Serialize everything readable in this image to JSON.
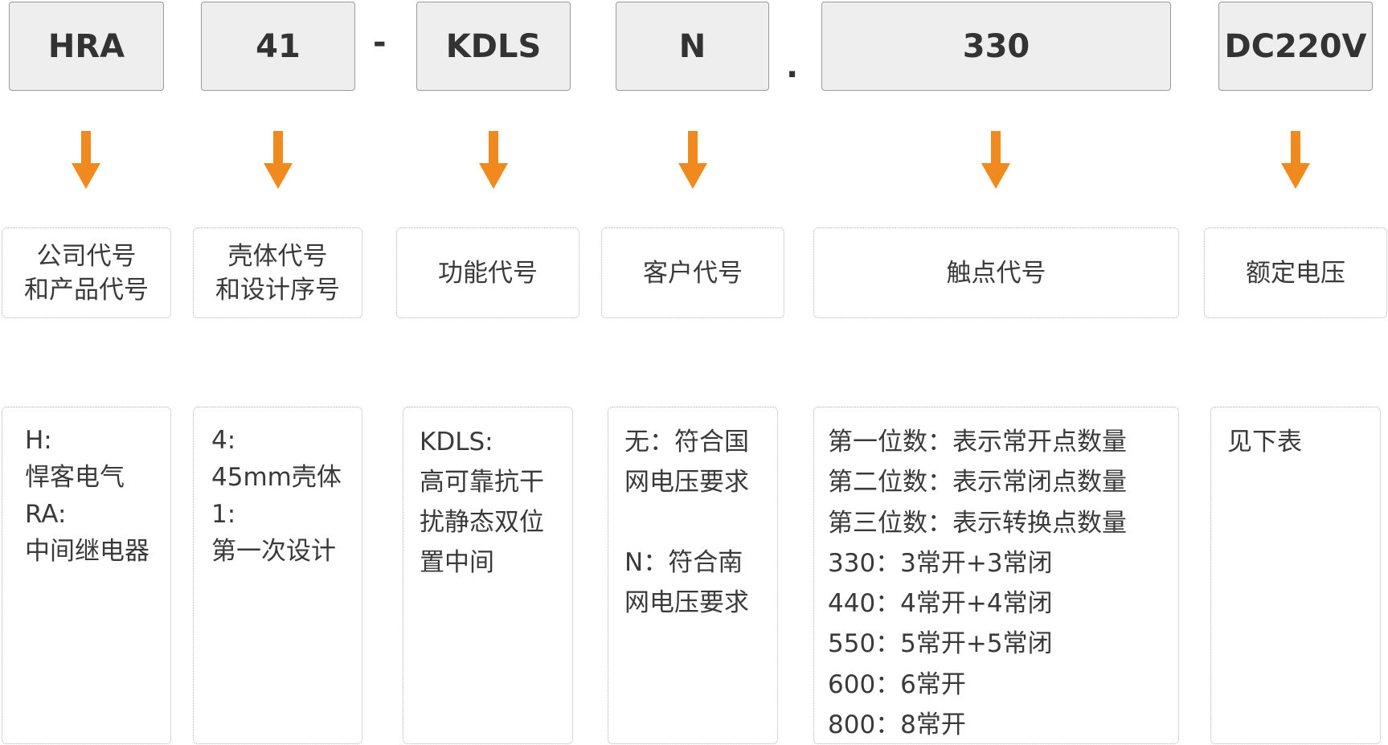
{
  "colors": {
    "arrow": "#f08a1e",
    "code_box_fill": "#eeeeee",
    "code_box_border": "#9a9a9a",
    "dotted_border": "#b0b0b0",
    "text": "#3a3a3a"
  },
  "codes": [
    "HRA",
    "41",
    "KDLS",
    "N",
    "330",
    "DC220V"
  ],
  "separators": [
    "-",
    "."
  ],
  "labels": [
    "公司代号\n和产品代号",
    "壳体代号\n和设计序号",
    "功能代号",
    "客户代号",
    "触点代号",
    "额定电压"
  ],
  "descriptions": [
    "H:\n悍客电气\nRA:\n中间继电器",
    "4:\n45mm壳体\n1:\n第一次设计",
    "KDLS:\n高可靠抗干\n扰静态双位\n置中间",
    "无：符合国\n网电压要求\n\nN：符合南\n网电压要求",
    "第一位数：表示常开点数量\n第二位数：表示常闭点数量\n第三位数：表示转换点数量\n330：3常开+3常闭\n440：4常开+4常闭\n550：5常开+5常闭\n600：6常开\n800：8常开",
    "见下表"
  ]
}
